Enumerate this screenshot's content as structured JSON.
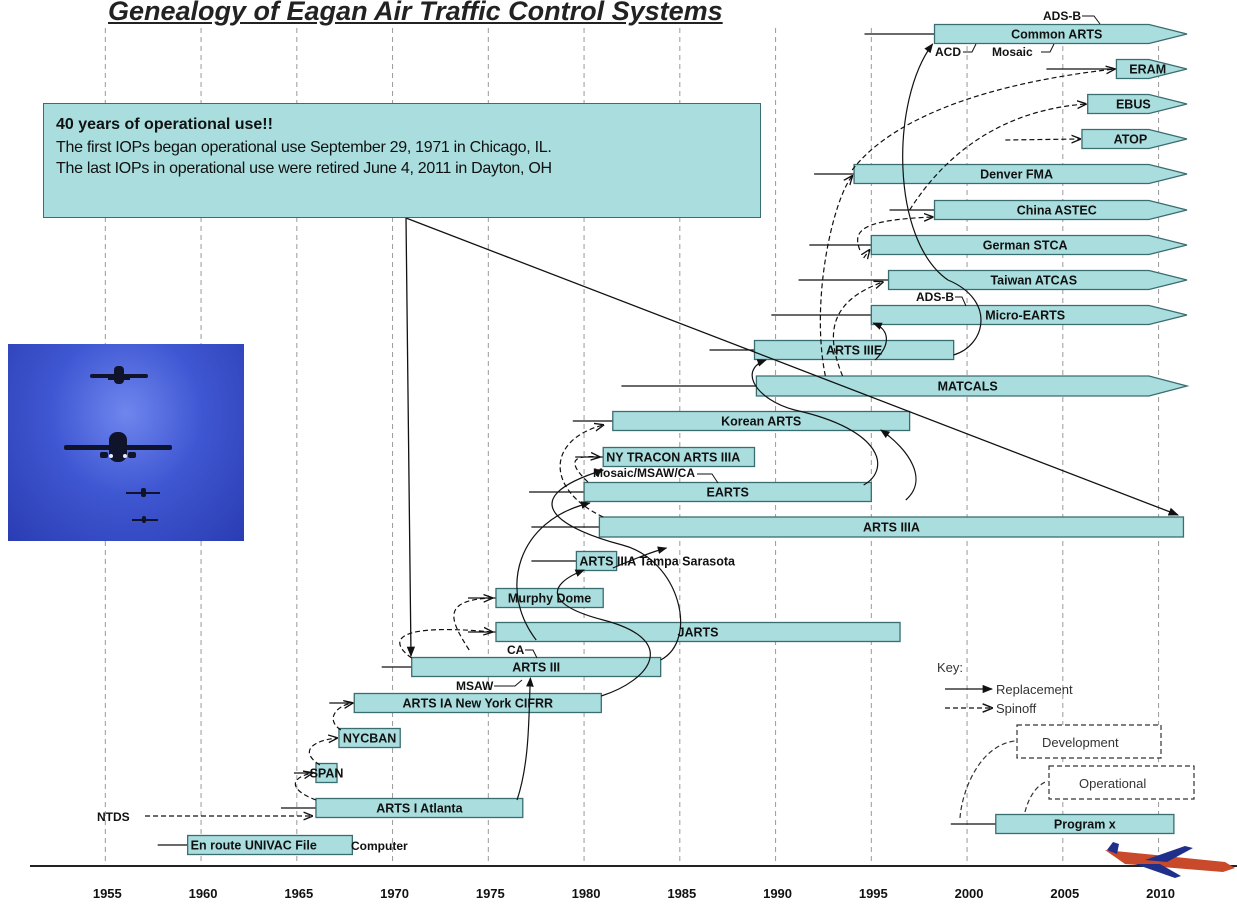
{
  "title": "Genealogy of Eagan Air Traffic Control Systems",
  "callout": {
    "heading": "40 years of operational use!!",
    "line1": "The first IOPs began operational use September 29, 1971 in Chicago, IL.",
    "line2": "The last IOPs in operational use were retired June 4, 2011 in Dayton, OH"
  },
  "axis": {
    "years": [
      "1955",
      "1960",
      "1965",
      "1970",
      "1975",
      "1980",
      "1985",
      "1990",
      "1995",
      "2000",
      "2005",
      "2010"
    ]
  },
  "systems": [
    {
      "id": "univac",
      "label": "En route UNIVAC File",
      "start": 1959.3,
      "end": 1967.9,
      "shape": "bar"
    },
    {
      "id": "artsI",
      "label": "ARTS I Atlanta",
      "start": 1966.0,
      "end": 1976.8,
      "shape": "bar"
    },
    {
      "id": "span",
      "label": "SPAN",
      "start": 1966.0,
      "end": 1967.1,
      "shape": "bar"
    },
    {
      "id": "nycban",
      "label": "NYCBAN",
      "start": 1967.2,
      "end": 1970.4,
      "shape": "bar"
    },
    {
      "id": "artsIA",
      "label": "ARTS IA New York CIFRR",
      "start": 1968.0,
      "end": 1980.9,
      "shape": "bar"
    },
    {
      "id": "artsIII",
      "label": "ARTS III",
      "start": 1971.0,
      "end": 1984.0,
      "shape": "bar"
    },
    {
      "id": "jarts",
      "label": "JARTS",
      "start": 1975.4,
      "end": 1996.5,
      "shape": "bar"
    },
    {
      "id": "murphy",
      "label": "Murphy Dome",
      "start": 1975.4,
      "end": 1981.0,
      "shape": "bar"
    },
    {
      "id": "tampa",
      "label": "ARTS IIIA Tampa Sarasota",
      "start": 1979.6,
      "end": 1981.7,
      "shape": "bar"
    },
    {
      "id": "artsIIIA",
      "label": "ARTS IIIA",
      "start": 1980.8,
      "end": 2011.3,
      "shape": "bar"
    },
    {
      "id": "earts",
      "label": "EARTS",
      "start": 1980.0,
      "end": 1995.0,
      "shape": "bar"
    },
    {
      "id": "nytracon",
      "label": "NY TRACON ARTS IIIA",
      "start": 1981.0,
      "end": 1988.9,
      "shape": "bar"
    },
    {
      "id": "korean",
      "label": "Korean ARTS",
      "start": 1981.5,
      "end": 1997.0,
      "shape": "bar"
    },
    {
      "id": "matcals",
      "label": "MATCALS",
      "start": 1989.0,
      "end": 2009.5,
      "shape": "arrow"
    },
    {
      "id": "artsIIIE",
      "label": "ARTS IIIE",
      "start": 1988.9,
      "end": 1999.3,
      "shape": "bar"
    },
    {
      "id": "microearts",
      "label": "Micro-EARTS",
      "start": 1995.0,
      "end": 2009.5,
      "shape": "arrow"
    },
    {
      "id": "taiwan",
      "label": "Taiwan ATCAS",
      "start": 1995.9,
      "end": 2009.5,
      "shape": "arrow"
    },
    {
      "id": "german",
      "label": "German STCA",
      "start": 1995.0,
      "end": 2009.5,
      "shape": "arrow"
    },
    {
      "id": "china",
      "label": "China ASTEC",
      "start": 1998.3,
      "end": 2009.5,
      "shape": "arrow"
    },
    {
      "id": "denver",
      "label": "Denver FMA",
      "start": 1994.1,
      "end": 2009.5,
      "shape": "arrow"
    },
    {
      "id": "atop",
      "label": "ATOP",
      "start": 2006.0,
      "end": 2009.5,
      "shape": "arrow"
    },
    {
      "id": "ebus",
      "label": "EBUS",
      "start": 2006.3,
      "end": 2009.5,
      "shape": "arrow"
    },
    {
      "id": "eram",
      "label": "ERAM",
      "start": 2007.8,
      "end": 2009.5,
      "shape": "arrow"
    },
    {
      "id": "common",
      "label": "Common ARTS",
      "start": 1998.3,
      "end": 2009.5,
      "shape": "arrow"
    },
    {
      "id": "programx",
      "label": "Program x",
      "start": 2001.5,
      "end": 2010.8,
      "shape": "bar"
    }
  ],
  "annotations": {
    "ntds": "NTDS",
    "computer": "Computer",
    "ca": "CA",
    "msaw": "MSAW",
    "mosaic_msaw_ca": "Mosaic/MSAW/CA",
    "adsb_micro": "ADS-B",
    "adsb_common": "ADS-B",
    "acd": "ACD",
    "mosaic": "Mosaic"
  },
  "key": {
    "title": "Key:",
    "replacement": "Replacement",
    "spinoff": "Spinoff",
    "development": "Development",
    "operational": "Operational"
  },
  "colors": {
    "bar_fill": "#a9ddde",
    "bar_stroke": "#3a6d6f",
    "gridline": "#9a9a9a",
    "text": "#111111"
  }
}
